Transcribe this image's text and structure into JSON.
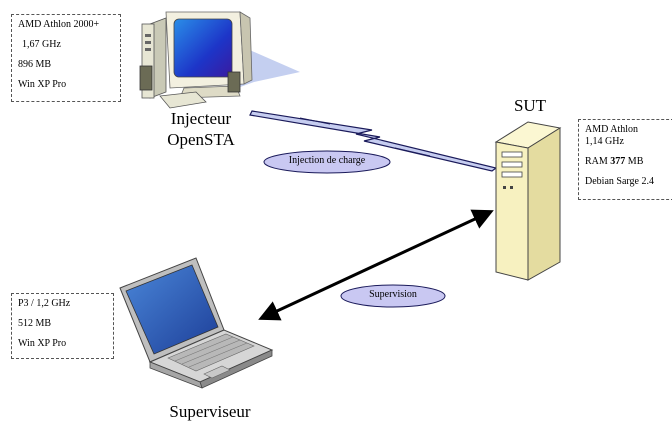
{
  "injector": {
    "specs": [
      "AMD Athlon 2000+",
      "1,67 GHz",
      "896 MB",
      "Win XP Pro"
    ],
    "label_line1": "Injecteur",
    "label_line2": "OpenSTA"
  },
  "sut": {
    "title": "SUT",
    "specs_line1": "AMD Athlon",
    "specs_line2": "1,14 GHz",
    "ram_prefix": "RAM ",
    "ram_value": "377",
    "ram_suffix": " MB",
    "specs_line4": "Debian Sarge 2.4"
  },
  "supervisor": {
    "specs": [
      "P3 / 1,2 GHz",
      "512 MB",
      "Win XP Pro"
    ],
    "label": "Superviseur"
  },
  "links": {
    "injection_label": "Injection de charge",
    "supervision_label": "Supervision"
  },
  "colors": {
    "ellipse_fill": "#c9c8f2",
    "lightning_fill": "#c6cdf0",
    "lightning_stroke": "#1a1a5a",
    "server_body": "#f7f1c0",
    "monitor_screen": "#1d35c8",
    "laptop_screen": "#2d63c8"
  }
}
